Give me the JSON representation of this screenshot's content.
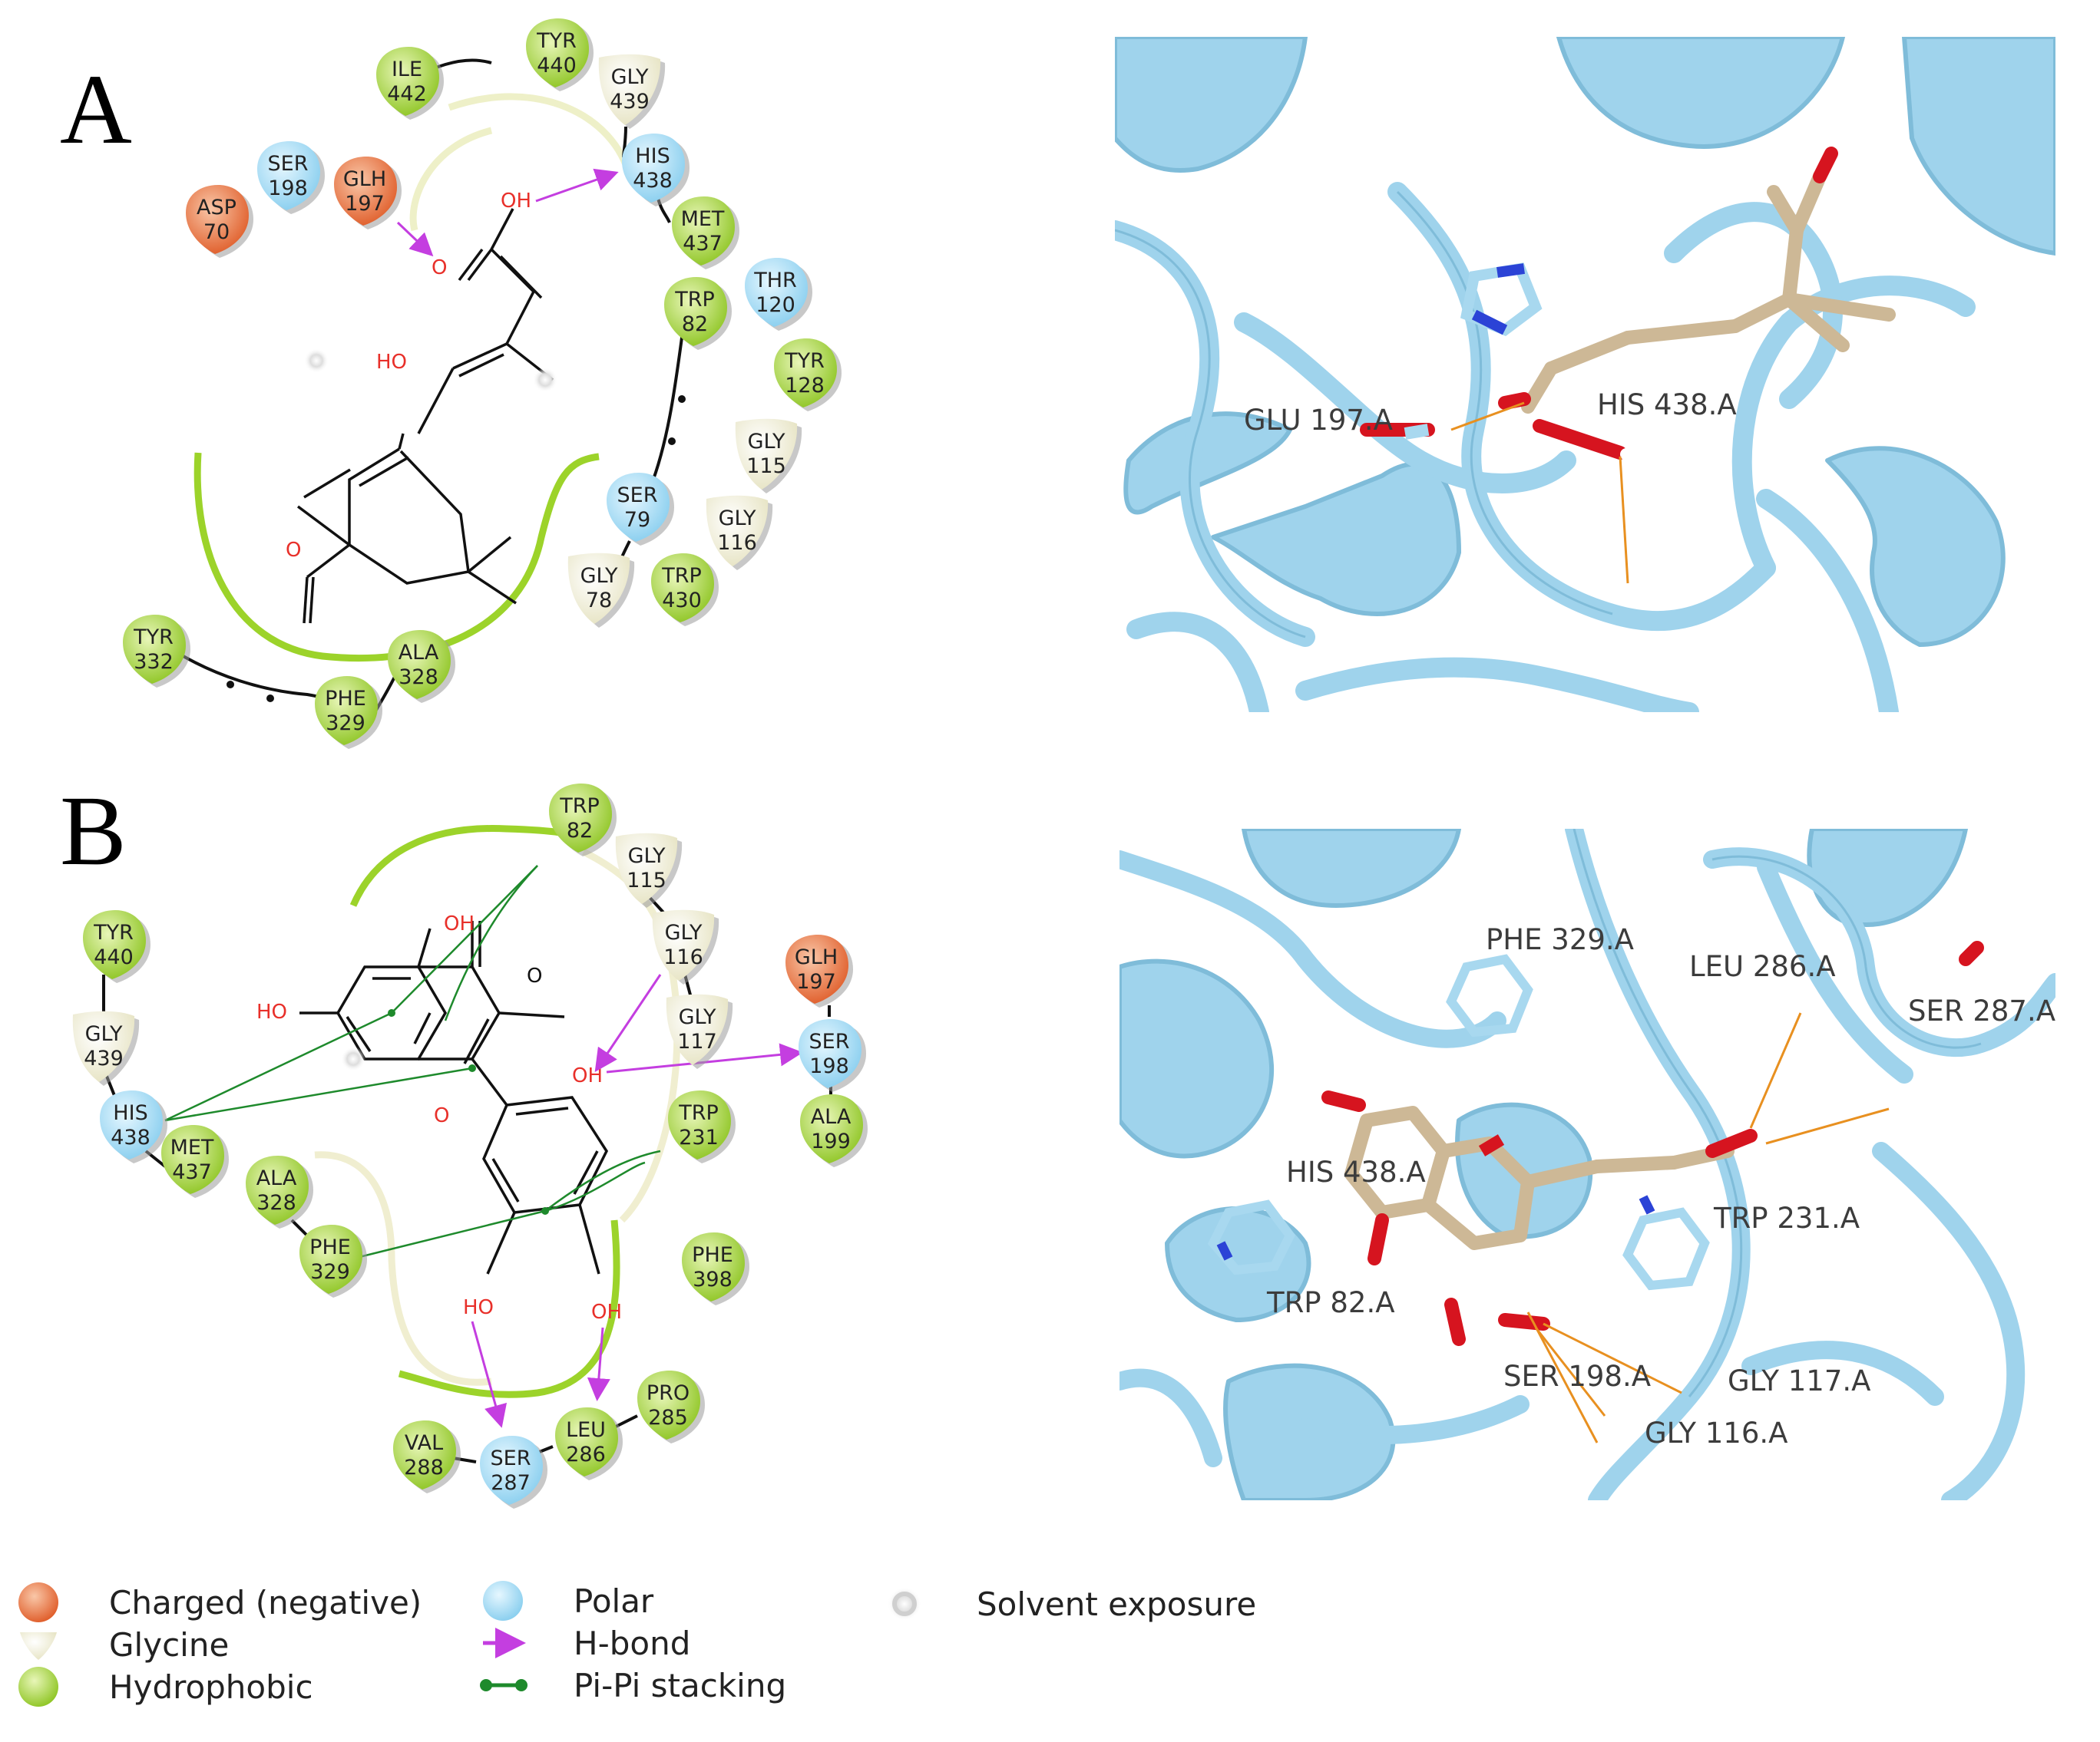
{
  "panels": {
    "a": {
      "letter": "A"
    },
    "b": {
      "letter": "B"
    }
  },
  "panel_a": {
    "residues": [
      {
        "id": "ile442",
        "name": "ILE",
        "num": "442",
        "type": "hydrophobic"
      },
      {
        "id": "tyr440",
        "name": "TYR",
        "num": "440",
        "type": "hydrophobic"
      },
      {
        "id": "gly439",
        "name": "GLY",
        "num": "439",
        "type": "glycine"
      },
      {
        "id": "ser198",
        "name": "SER",
        "num": "198",
        "type": "polar"
      },
      {
        "id": "glh197",
        "name": "GLH",
        "num": "197",
        "type": "negative"
      },
      {
        "id": "his438",
        "name": "HIS",
        "num": "438",
        "type": "polar"
      },
      {
        "id": "asp70",
        "name": "ASP",
        "num": "70",
        "type": "negative"
      },
      {
        "id": "met437",
        "name": "MET",
        "num": "437",
        "type": "hydrophobic"
      },
      {
        "id": "trp82",
        "name": "TRP",
        "num": "82",
        "type": "hydrophobic"
      },
      {
        "id": "thr120",
        "name": "THR",
        "num": "120",
        "type": "polar"
      },
      {
        "id": "tyr128",
        "name": "TYR",
        "num": "128",
        "type": "hydrophobic"
      },
      {
        "id": "gly115",
        "name": "GLY",
        "num": "115",
        "type": "glycine"
      },
      {
        "id": "ser79",
        "name": "SER",
        "num": "79",
        "type": "polar"
      },
      {
        "id": "gly116",
        "name": "GLY",
        "num": "116",
        "type": "glycine"
      },
      {
        "id": "gly78",
        "name": "GLY",
        "num": "78",
        "type": "glycine"
      },
      {
        "id": "trp430",
        "name": "TRP",
        "num": "430",
        "type": "hydrophobic"
      },
      {
        "id": "tyr332",
        "name": "TYR",
        "num": "332",
        "type": "hydrophobic"
      },
      {
        "id": "ala328",
        "name": "ALA",
        "num": "328",
        "type": "hydrophobic"
      },
      {
        "id": "phe329",
        "name": "PHE",
        "num": "329",
        "type": "hydrophobic"
      }
    ],
    "atoms": {
      "oh_acid": "OH",
      "o_acid": "O",
      "ho": "HO",
      "o_keto": "O"
    },
    "structure_labels": {
      "glu": "GLU 197.A",
      "his": "HIS 438.A"
    }
  },
  "panel_b": {
    "residues": [
      {
        "id": "trp82",
        "name": "TRP",
        "num": "82",
        "type": "hydrophobic"
      },
      {
        "id": "gly115",
        "name": "GLY",
        "num": "115",
        "type": "glycine"
      },
      {
        "id": "tyr440",
        "name": "TYR",
        "num": "440",
        "type": "hydrophobic"
      },
      {
        "id": "gly116",
        "name": "GLY",
        "num": "116",
        "type": "glycine"
      },
      {
        "id": "glh197",
        "name": "GLH",
        "num": "197",
        "type": "negative"
      },
      {
        "id": "gly439",
        "name": "GLY",
        "num": "439",
        "type": "glycine"
      },
      {
        "id": "gly117",
        "name": "GLY",
        "num": "117",
        "type": "glycine"
      },
      {
        "id": "ser198",
        "name": "SER",
        "num": "198",
        "type": "polar"
      },
      {
        "id": "his438",
        "name": "HIS",
        "num": "438",
        "type": "polar"
      },
      {
        "id": "trp231",
        "name": "TRP",
        "num": "231",
        "type": "hydrophobic"
      },
      {
        "id": "ala199",
        "name": "ALA",
        "num": "199",
        "type": "hydrophobic"
      },
      {
        "id": "met437",
        "name": "MET",
        "num": "437",
        "type": "hydrophobic"
      },
      {
        "id": "ala328",
        "name": "ALA",
        "num": "328",
        "type": "hydrophobic"
      },
      {
        "id": "phe329",
        "name": "PHE",
        "num": "329",
        "type": "hydrophobic"
      },
      {
        "id": "phe398",
        "name": "PHE",
        "num": "398",
        "type": "hydrophobic"
      },
      {
        "id": "pro285",
        "name": "PRO",
        "num": "285",
        "type": "hydrophobic"
      },
      {
        "id": "val288",
        "name": "VAL",
        "num": "288",
        "type": "hydrophobic"
      },
      {
        "id": "leu286",
        "name": "LEU",
        "num": "286",
        "type": "hydrophobic"
      },
      {
        "id": "ser287",
        "name": "SER",
        "num": "287",
        "type": "polar"
      }
    ],
    "atoms": {
      "oh_top": "OH",
      "o_keto": "O",
      "ho_left": "HO",
      "oh_mid": "OH",
      "o_ring": "O",
      "ho_bottom": "HO",
      "oh_bottom": "OH"
    },
    "structure_labels": {
      "phe329": "PHE 329.A",
      "leu286": "LEU 286.A",
      "ser287": "SER 287.A",
      "his438": "HIS 438.A",
      "trp231": "TRP 231.A",
      "trp82": "TRP 82.A",
      "ser198": "SER 198.A",
      "gly117": "GLY 117.A",
      "gly116": "GLY 116.A"
    }
  },
  "legend": {
    "negative": "Charged (negative)",
    "glycine": "Glycine",
    "hydrophobic": "Hydrophobic",
    "polar": "Polar",
    "hbond": "H-bond",
    "pipi": "Pi-Pi stacking",
    "solvent": "Solvent exposure"
  },
  "colors": {
    "hydrophobic": "#9dcf2f",
    "glycine": "#f2f0d6",
    "polar": "#9fd8f0",
    "negative": "#e4703a",
    "hbond": "#c43ee0",
    "pipi": "#1e8a2c",
    "protein": "#8fc8e4",
    "ligand": "#cdb896"
  }
}
